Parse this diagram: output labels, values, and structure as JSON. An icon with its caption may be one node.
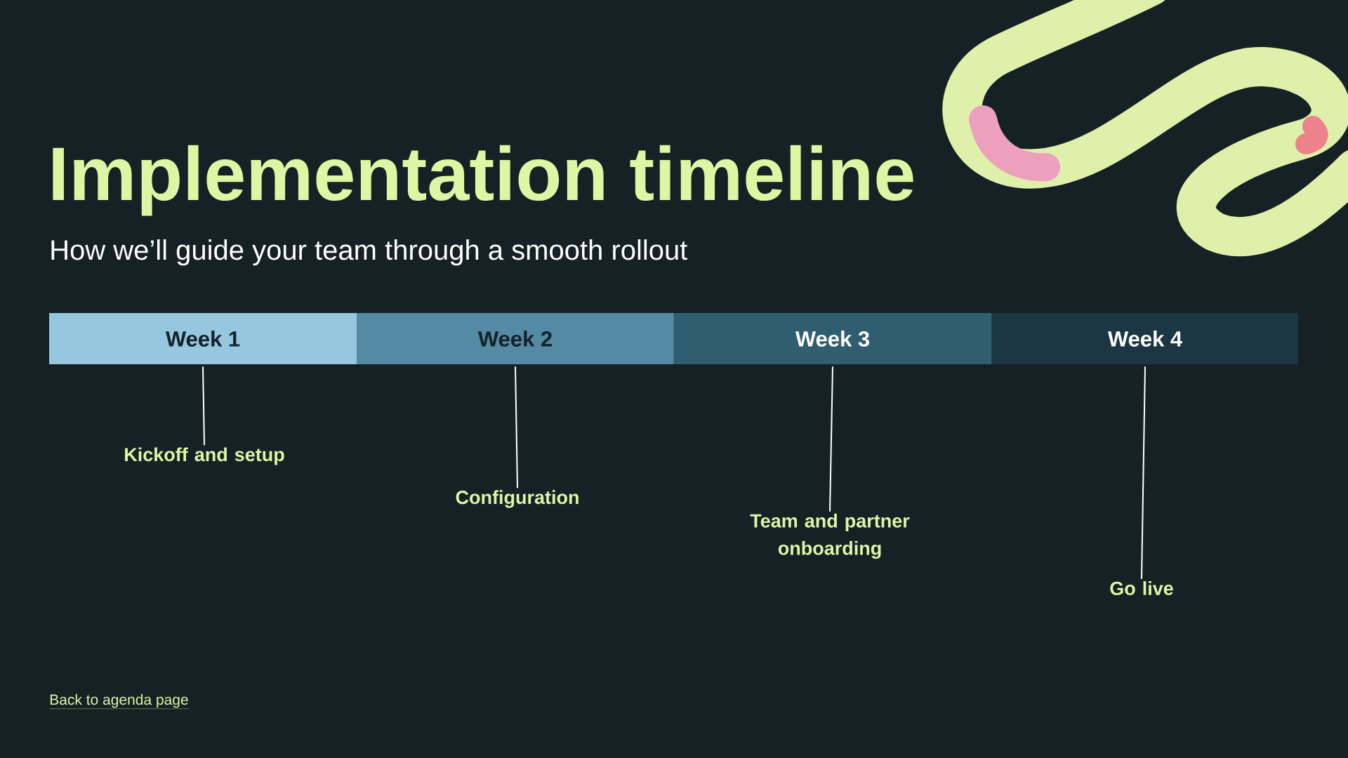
{
  "diagram": {
    "title": "Implementation timeline",
    "nodes": [
      {
        "text": [
          "Week 1"
        ]
      },
      {
        "text": [
          "Week 2"
        ]
      },
      {
        "text": [
          "Week 3"
        ]
      },
      {
        "text": [
          "Week 4"
        ]
      },
      {
        "text": [
          "Kickoff and setup"
        ]
      },
      {
        "text": [
          "Configuration"
        ]
      },
      {
        "text": [
          "Team and partner onboarding"
        ]
      },
      {
        "text": [
          "Go live"
        ]
      }
    ],
    "edges": [
      {
        "from": 0,
        "to": 4,
        "arrow": "none"
      },
      {
        "from": 1,
        "to": 5,
        "arrow": "none"
      },
      {
        "from": 2,
        "to": 6,
        "arrow": "none"
      },
      {
        "from": 3,
        "to": 7,
        "arrow": "none"
      }
    ],
    "labels": [
      "How we’ll guide your team through a smooth rollout",
      "Back to agenda page"
    ]
  }
}
